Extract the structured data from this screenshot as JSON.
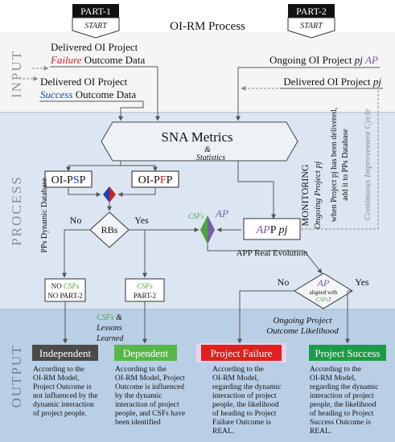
{
  "title": "OI-RM Process",
  "part1": {
    "label": "PART-1",
    "start": "START"
  },
  "part2": {
    "label": "PART-2",
    "start": "START"
  },
  "sections": {
    "input": "INPUT",
    "process": "PROCESS",
    "output": "OUTPUT"
  },
  "inputs": {
    "failure_line1": "Delivered OI Project",
    "failure_word": "Failure",
    "failure_rest": " Outcome Data",
    "success_line1": "Delivered OI Project",
    "success_word": "Success",
    "success_rest": " Outcome Data",
    "ongoing_prefix": "Ongoing OI Project ",
    "ongoing_pj": "pj",
    "ongoing_ap": "AP",
    "delivered_prefix": "Delivered OI Project ",
    "delivered_pj": "pj"
  },
  "sna": {
    "title": "SNA Metrics",
    "amp": "&",
    "stats": "Statistics"
  },
  "monitoring": {
    "line1": "MONITORING",
    "line2": "Ongoing Project pj"
  },
  "when_delivered": {
    "line1": "when Project pj has been delivered,",
    "line2": "add it to PPs Database"
  },
  "cycle": "Continuous Improvement Cycle",
  "psp": {
    "prefix": "OI-P",
    "s": "S",
    "p": "P"
  },
  "pfp": {
    "prefix": "OI-P",
    "f": "F",
    "p": "P"
  },
  "pps_db": "PPs Dynamic Database",
  "rbs": {
    "label": "RBs",
    "no": "No",
    "yes": "Yes"
  },
  "csfs_tag": "CSFs",
  "ap_tag": "AP",
  "app_box": {
    "ap": "AP",
    "p": "P",
    "pj": "pj"
  },
  "app_real": "APP Real Evolution",
  "no_box": {
    "line1_no": "NO ",
    "line1_csfs": "CSFs",
    "line2": "NO PART-2"
  },
  "part2_box": {
    "csfs": "CSFs",
    "line2": "PART-2"
  },
  "lessons": {
    "csfs": "CSFs",
    "amp": " &",
    "line2": "Lessons",
    "line3": "Learned"
  },
  "aligned": {
    "ap": "AP",
    "line2": "aligned with",
    "csfs": "CSFs",
    "q": "?",
    "no": "No",
    "yes": "Yes"
  },
  "likelihood": {
    "line1": "Ongoing Project",
    "line2": "Outcome Likelihood"
  },
  "outputs": [
    {
      "title": "Independent",
      "color": "#4a4a4a",
      "lines": [
        "According to the",
        "OI-RM Model,",
        "Project Outcome is",
        "not influenced by the",
        "dynamic interaction",
        "of project people."
      ]
    },
    {
      "title": "Dependent",
      "color": "#58b74a",
      "lines": [
        "According to the",
        "OI-RM Model, Project",
        "Outcome is influenced",
        "by the dynamic",
        "interaction of project",
        "people, and CSFs have",
        "been identified"
      ]
    },
    {
      "title": "Project Failure",
      "color": "#e02020",
      "lines": [
        "According to the",
        "OI-RM Model,",
        "regarding the dynamic",
        "interaction of project",
        "people, the likelihood",
        "of heading to Project",
        "Failure Outcome is",
        "REAL."
      ]
    },
    {
      "title": "Project Success",
      "color": "#1d9b49",
      "lines": [
        "According to the",
        "OI-RM Model,",
        "regarding the dynamic",
        "interaction of project",
        "people, the likelihood",
        "of heading to Project",
        "Success Outcome is",
        "REAL."
      ]
    }
  ],
  "colors": {
    "input_band": "#f5f5f5",
    "process_band": "#dbe6f2",
    "output_band": "#b9cfe6",
    "failure": "#d02020",
    "success": "#1a3fb5",
    "csfs_green": "#4aa83a",
    "ap_purple": "#7a5ca8"
  }
}
